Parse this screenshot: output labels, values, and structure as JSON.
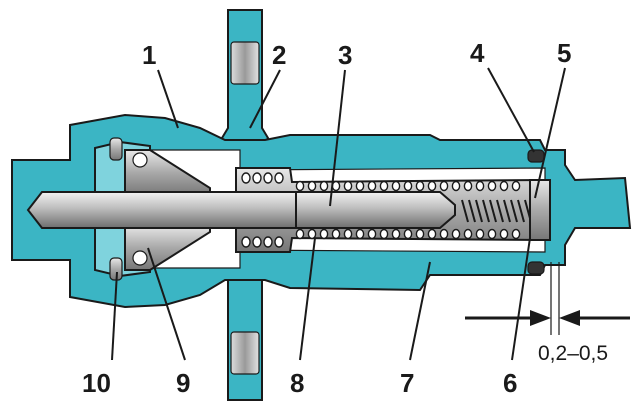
{
  "diagram": {
    "callouts": [
      {
        "id": "1",
        "label": "1"
      },
      {
        "id": "2",
        "label": "2"
      },
      {
        "id": "3",
        "label": "3"
      },
      {
        "id": "4",
        "label": "4"
      },
      {
        "id": "5",
        "label": "5"
      },
      {
        "id": "6",
        "label": "6"
      },
      {
        "id": "7",
        "label": "7"
      },
      {
        "id": "8",
        "label": "8"
      },
      {
        "id": "9",
        "label": "9"
      },
      {
        "id": "10",
        "label": "10"
      }
    ],
    "dimension": {
      "label": "0,2–0,5"
    },
    "colors": {
      "housing": "#3bb5c4",
      "housing_light": "#7fd3dd",
      "steel": "#c8c8c8",
      "steel_dark": "#8a8a8a",
      "outline": "#1a1a1a",
      "background": "#ffffff"
    }
  }
}
